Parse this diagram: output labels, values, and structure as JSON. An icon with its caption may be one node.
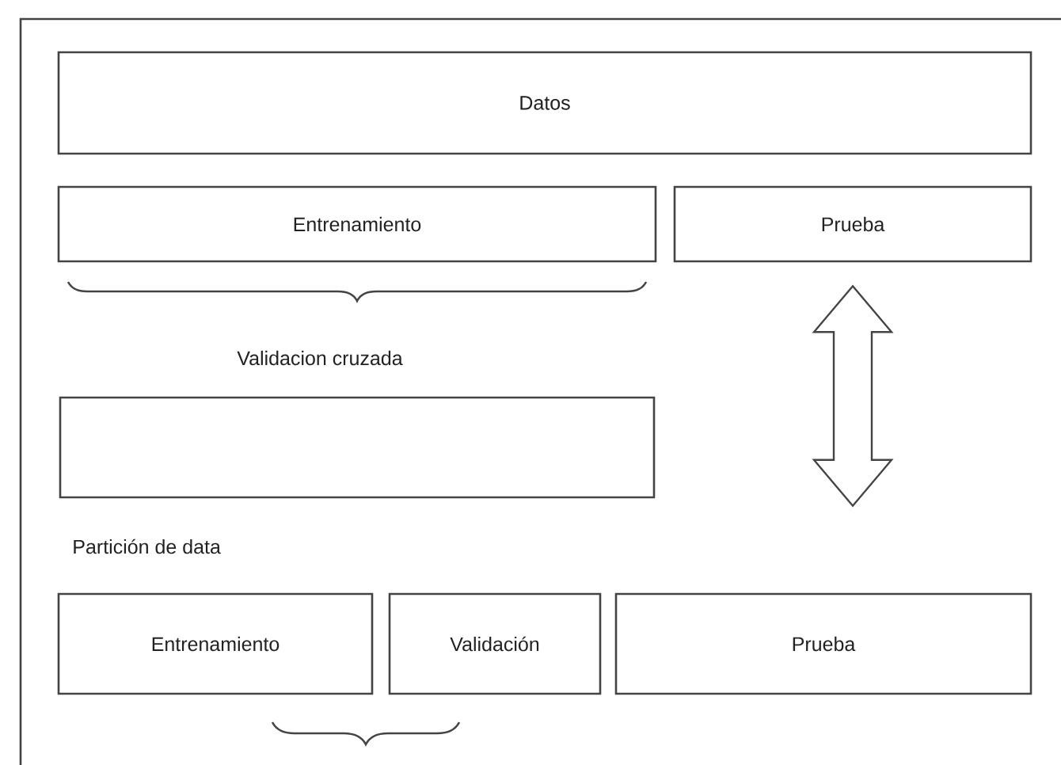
{
  "diagram": {
    "nodes": [
      {
        "text": [
          "Datos"
        ]
      },
      {
        "text": [
          "Entrenamiento"
        ]
      },
      {
        "text": [
          "Prueba"
        ]
      },
      {
        "text": [],
        "shape": "box"
      },
      {
        "text": [
          "Entrenamiento"
        ]
      },
      {
        "text": [
          "Validación"
        ]
      },
      {
        "text": [
          "Prueba"
        ]
      }
    ],
    "edges": [
      {
        "from": 2,
        "to": 6,
        "arrow": "both"
      }
    ],
    "labels": [
      "Validacion cruzada",
      "Partición de data"
    ]
  }
}
